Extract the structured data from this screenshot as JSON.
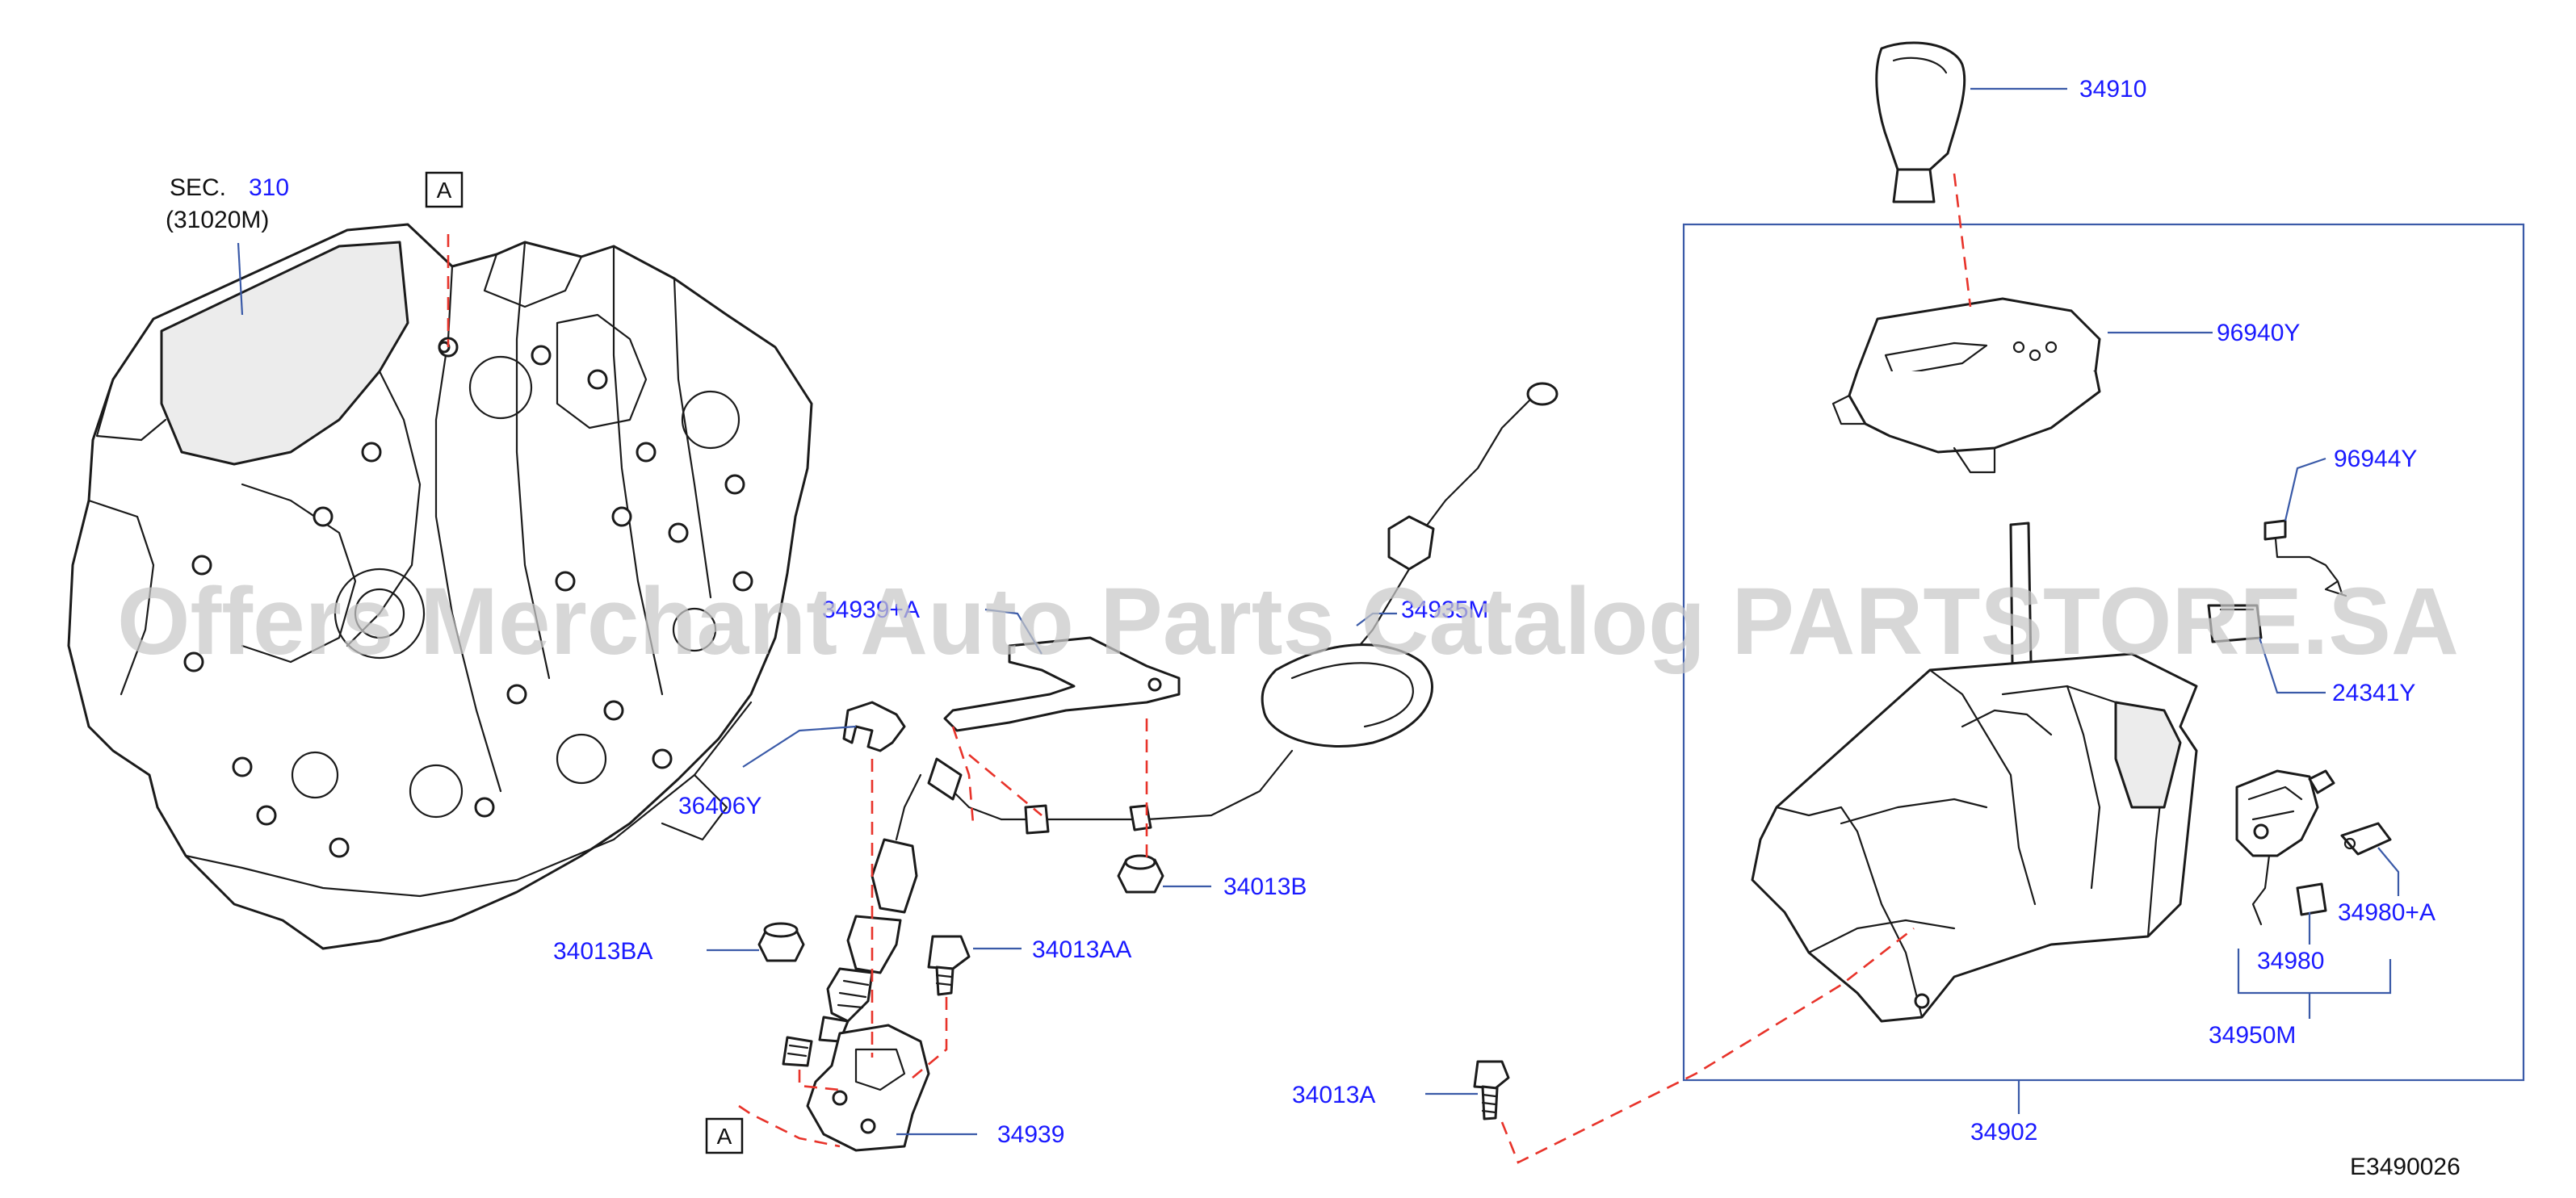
{
  "section": {
    "prefix": "SEC.",
    "number": "310",
    "part_code": "(31020M)"
  },
  "reference_marks": [
    "A",
    "A"
  ],
  "labels": {
    "p34910": "34910",
    "p96940Y": "96940Y",
    "p96944Y": "96944Y",
    "p24341Y": "24341Y",
    "p34980A": "34980+A",
    "p34980": "34980",
    "p34950M": "34950M",
    "p34902": "34902",
    "p34013A": "34013A",
    "p34939": "34939",
    "p34013AA": "34013AA",
    "p34013BA": "34013BA",
    "p36406Y": "36406Y",
    "p34013B": "34013B",
    "p34939A": "34939+A",
    "p34935M": "34935M"
  },
  "diagram_code": "E3490026",
  "watermark": "Offers Merchant Auto Parts Catalog PARTSTORE.SA",
  "colors": {
    "label_blue": "#1a1aff",
    "leader_blue": "#3a5aa8",
    "dash_red": "#e8332a",
    "ink": "#1b1b1b",
    "watermark_gray": "#c9c9c9"
  }
}
